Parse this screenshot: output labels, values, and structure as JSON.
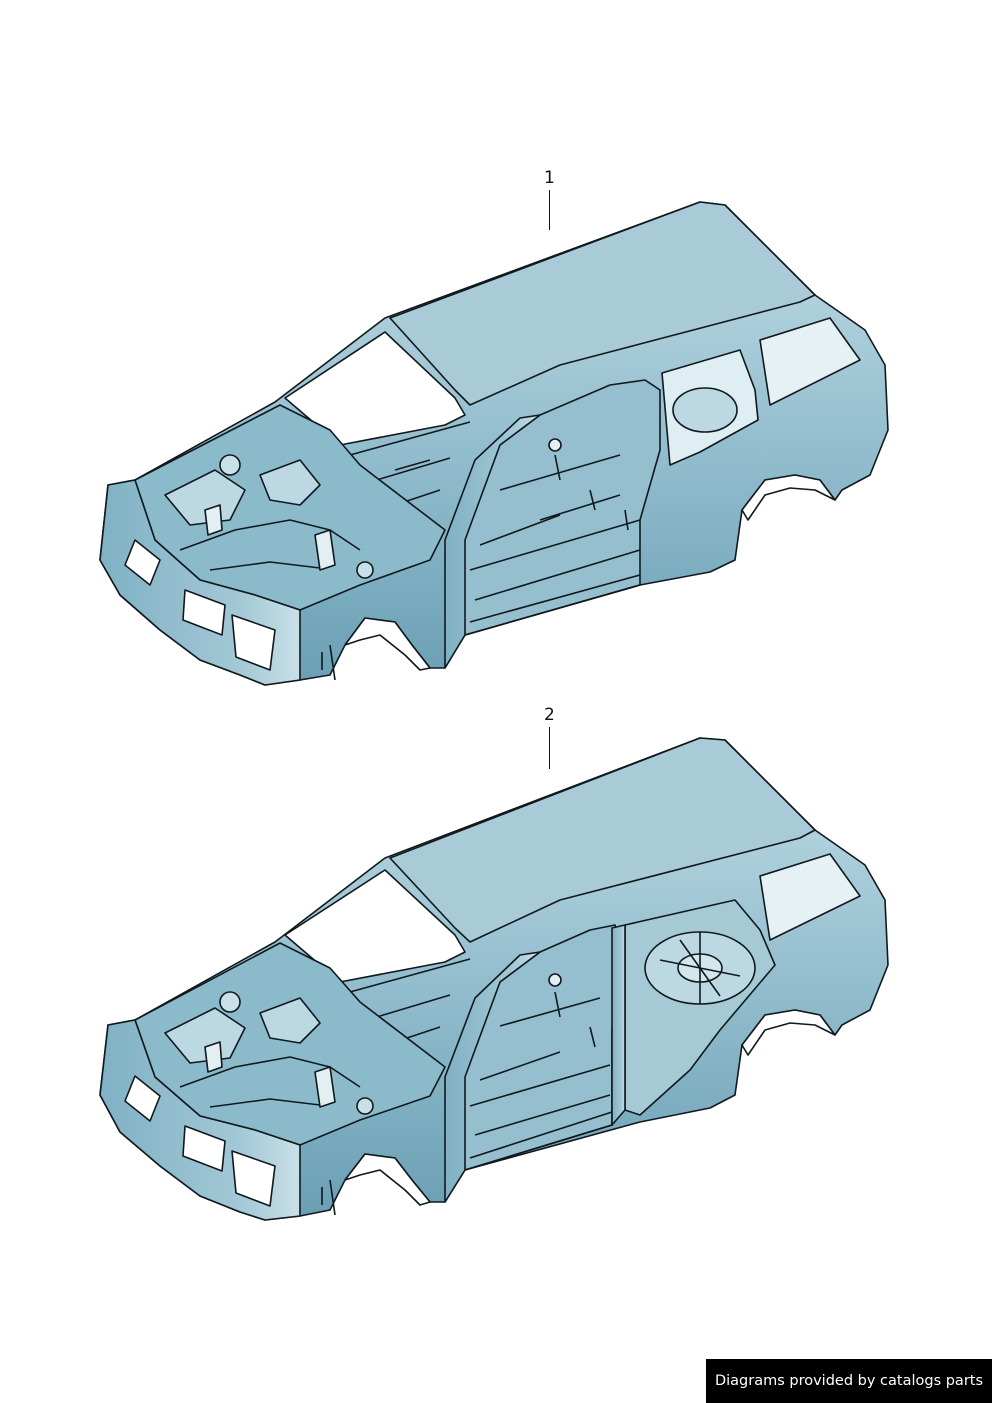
{
  "callouts": [
    {
      "label": "1",
      "part": "body-shell-3-door"
    },
    {
      "label": "2",
      "part": "body-shell-5-door"
    }
  ],
  "credit": {
    "text": "Diagrams provided by catalogs parts"
  },
  "colors": {
    "body_fill": "#7fb1c4",
    "body_highlight": "#c2dce6",
    "roof_fill": "#a7c9d6",
    "outline": "#10191d",
    "background": "#ffffff",
    "credit_bg": "#000000",
    "credit_text": "#ffffff"
  }
}
